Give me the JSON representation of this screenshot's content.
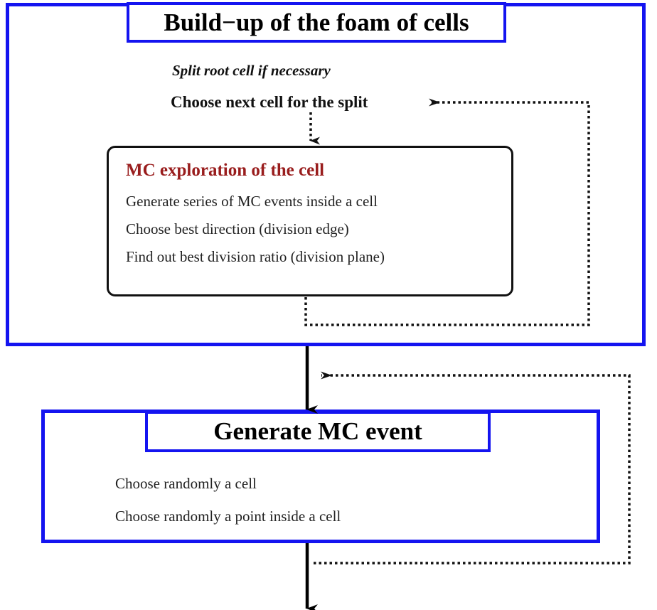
{
  "diagram": {
    "title": "Build-up of the foam of cells flow chart",
    "colors": {
      "frame_blue": "#1414F0",
      "heading_red": "#991D1D",
      "text_black": "#111111",
      "background": "#FFFFFF"
    }
  },
  "section_foam": {
    "title": "Build−up of the foam of cells",
    "steps": [
      {
        "text": "Split root cell if necessary",
        "style": "bold-italic"
      },
      {
        "text": "Choose next cell for the split",
        "style": "bold"
      }
    ],
    "mc_box": {
      "heading": "MC exploration of the cell",
      "lines": [
        "Generate series of MC events inside a cell",
        "Choose best direction (division edge)",
        "Find out best division ratio (division plane)"
      ]
    }
  },
  "section_event": {
    "title": "Generate MC event",
    "lines": [
      "Choose randomly a cell",
      "Choose randomly a point inside a cell"
    ]
  },
  "connectors": [
    {
      "name": "choose-cell-to-mc-box",
      "style": "dotted",
      "arrow": "down"
    },
    {
      "name": "mc-box-feedback-loop",
      "style": "dotted",
      "arrow": "left"
    },
    {
      "name": "foam-to-event",
      "style": "solid",
      "arrow": "down"
    },
    {
      "name": "event-feedback-loop",
      "style": "dotted",
      "arrow": "left"
    },
    {
      "name": "event-output",
      "style": "solid",
      "arrow": "down"
    }
  ]
}
